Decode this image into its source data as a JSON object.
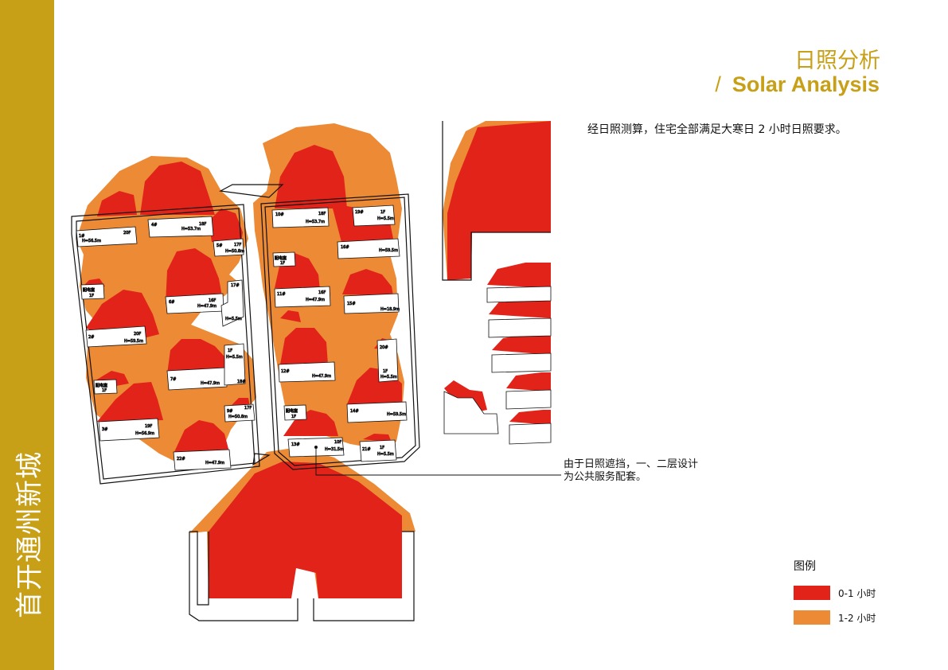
{
  "sidebar": {
    "text": "首开通州新城"
  },
  "header": {
    "title_cn": "日照分析",
    "slash": "/",
    "title_en": "Solar Analysis"
  },
  "description": "经日照测算，住宅全部满足大寒日 2 小时日照要求。",
  "callout": {
    "line1": "由于日照遮挡，一、二层设计",
    "line2": "为公共服务配套。"
  },
  "legend": {
    "title": "图例",
    "items": [
      {
        "label": "0-1 小时",
        "color": "#e2231a"
      },
      {
        "label": "1-2 小时",
        "color": "#ec8a35"
      }
    ]
  },
  "colors": {
    "accent": "#c8a017",
    "shadow_0_1": "#e2231a",
    "shadow_1_2": "#ec8a35"
  },
  "buildings": [
    {
      "id": "b1",
      "labels": [
        "1#",
        "H=56.5m",
        "20F"
      ]
    },
    {
      "id": "b4",
      "labels": [
        "4#",
        "H=53.7m",
        "18F"
      ]
    },
    {
      "id": "b5",
      "labels": [
        "5#",
        "H=50.8m",
        "17F"
      ]
    },
    {
      "id": "b6",
      "labels": [
        "6#",
        "H=47.9m",
        "16F"
      ]
    },
    {
      "id": "b17",
      "labels": [
        "17#",
        "H=5.5m"
      ]
    },
    {
      "id": "b2",
      "labels": [
        "2#",
        "H=59.5m",
        "20F"
      ]
    },
    {
      "id": "b7",
      "labels": [
        "7#",
        "H=47.9m"
      ]
    },
    {
      "id": "b8",
      "labels": [
        "1F",
        "H=5.5m",
        "18#"
      ]
    },
    {
      "id": "b3",
      "labels": [
        "3#",
        "H=56.9m",
        "19F"
      ]
    },
    {
      "id": "b9",
      "labels": [
        "9#",
        "17F",
        "H=50.8m"
      ]
    },
    {
      "id": "b22",
      "labels": [
        "22#",
        "H=47.9m"
      ]
    },
    {
      "id": "p1",
      "labels": [
        "配电室",
        "1F"
      ]
    },
    {
      "id": "p2",
      "labels": [
        "配电室",
        "1F"
      ]
    },
    {
      "id": "b10",
      "labels": [
        "10#",
        "H=53.7m",
        "18F"
      ]
    },
    {
      "id": "b19",
      "labels": [
        "19#",
        "1F",
        "H=5.5m"
      ]
    },
    {
      "id": "b16",
      "labels": [
        "16#",
        "H=59.5m"
      ]
    },
    {
      "id": "p3",
      "labels": [
        "配电室",
        "1F"
      ]
    },
    {
      "id": "b11",
      "labels": [
        "11#",
        "H=47.9m",
        "16F"
      ]
    },
    {
      "id": "b15",
      "labels": [
        "15#",
        "H=18.9m"
      ]
    },
    {
      "id": "b20",
      "labels": [
        "20#",
        "1F",
        "H=5.5m"
      ]
    },
    {
      "id": "b12",
      "labels": [
        "12#",
        "H=47.9m"
      ]
    },
    {
      "id": "p4",
      "labels": [
        "配电室",
        "1F"
      ]
    },
    {
      "id": "b14",
      "labels": [
        "14#",
        "H=59.5m"
      ]
    },
    {
      "id": "b13",
      "labels": [
        "13#",
        "H=31.5m",
        "10F"
      ]
    },
    {
      "id": "b21",
      "labels": [
        "21#",
        "1F",
        "H=5.5m"
      ]
    }
  ]
}
